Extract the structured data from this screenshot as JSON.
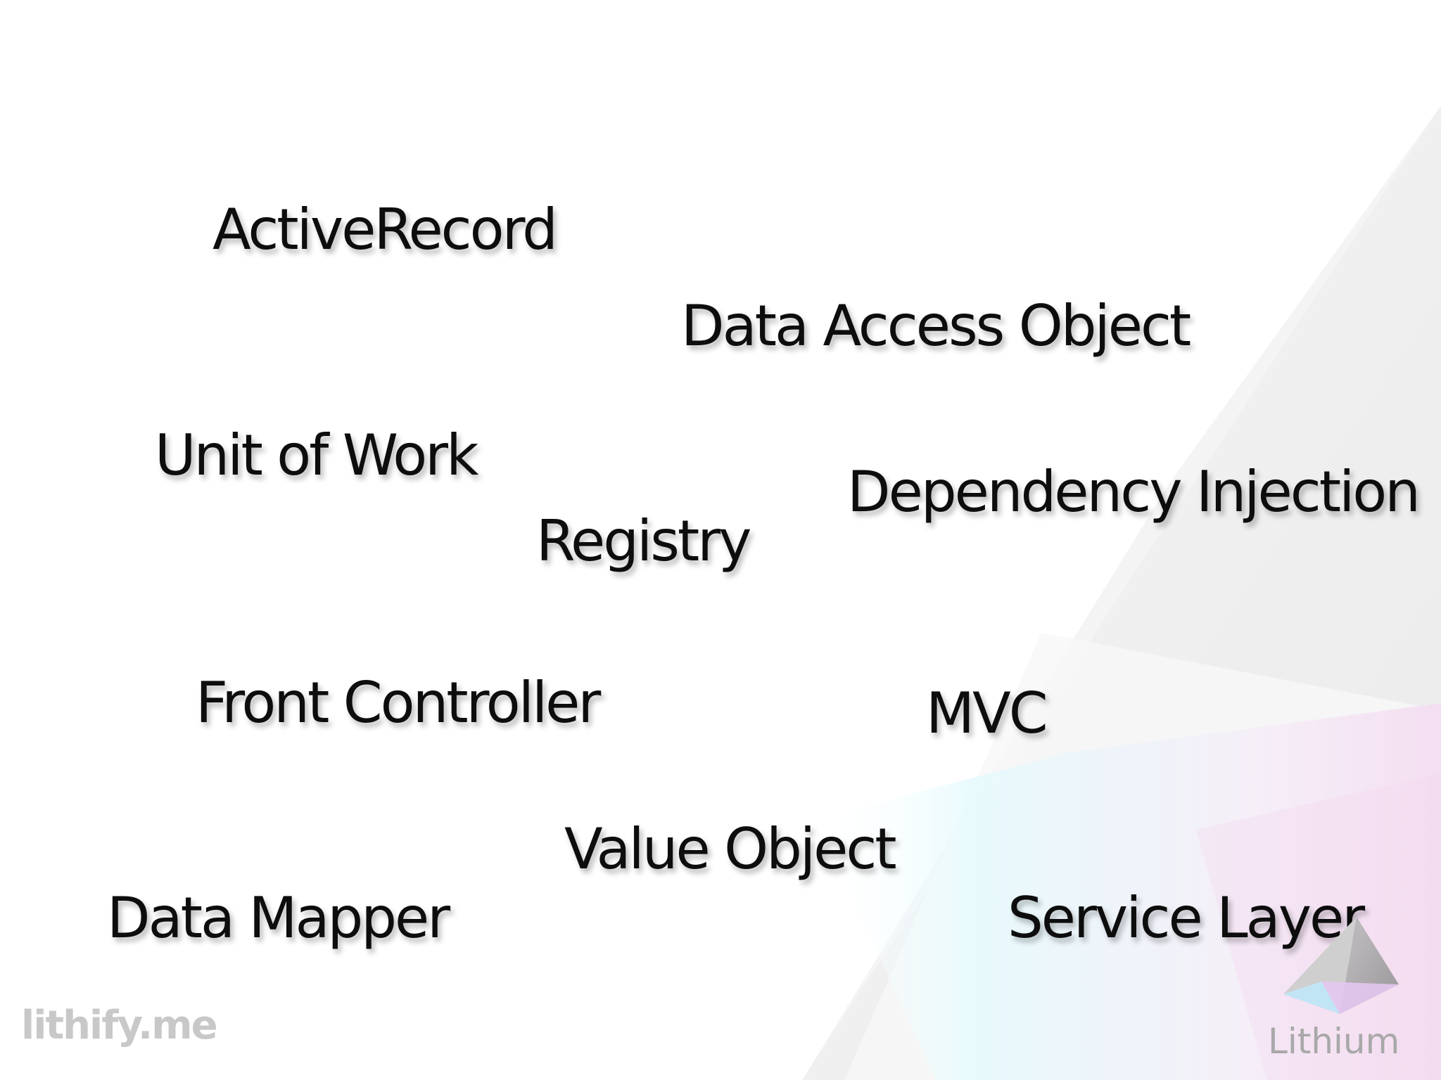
{
  "slide": {
    "terms": [
      "ActiveRecord",
      "Data Access Object",
      "Unit of Work",
      "Dependency Injection",
      "Registry",
      "Front Controller",
      "MVC",
      "Value Object",
      "Data Mapper",
      "Service Layer"
    ]
  },
  "footer": {
    "site": "lithify.me",
    "brand": "Lithium",
    "logo_icon": "lithium-pyramid-icon"
  },
  "colors": {
    "text": "#0d0d0d",
    "footer_text": "#c8c8c8",
    "brand_text": "#a8a8a8",
    "background": "#ffffff",
    "accent_pink": "#f3d6ef",
    "accent_cyan": "#d6f6fb"
  }
}
